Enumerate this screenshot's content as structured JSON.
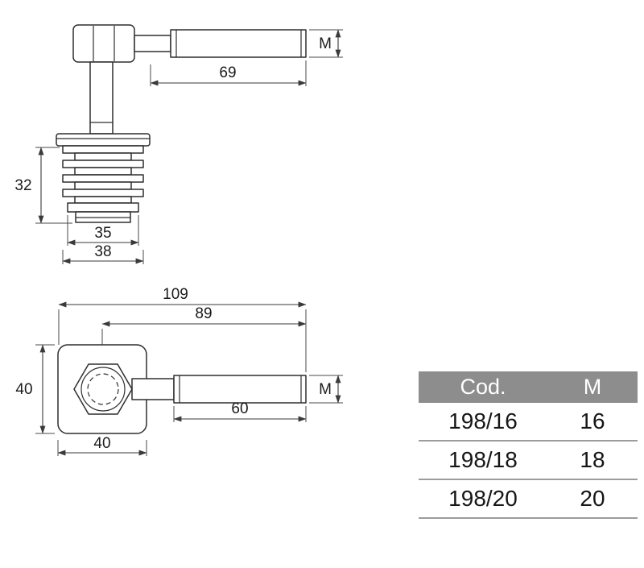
{
  "top_view": {
    "dim_thread_length": "69",
    "dim_thread_size": "M",
    "dim_plug_height": "32",
    "dim_plug_width_inner": "35",
    "dim_plug_width_outer": "38"
  },
  "bottom_view": {
    "dim_overall_length": "109",
    "dim_length_to_plate_center": "89",
    "dim_plate_height": "40",
    "dim_plate_width": "40",
    "dim_thread_length": "60",
    "dim_thread_size": "M"
  },
  "table": {
    "headers": [
      "Cod.",
      "M"
    ],
    "rows": [
      [
        "198/16",
        "16"
      ],
      [
        "198/18",
        "18"
      ],
      [
        "198/20",
        "20"
      ]
    ]
  },
  "colors": {
    "line": "#2e2e2e",
    "dimension": "#3a3a3a",
    "table_header_bg": "#8d8d8d",
    "table_header_text": "#ffffff",
    "table_divider": "#9c9c9c",
    "text": "#161616"
  }
}
